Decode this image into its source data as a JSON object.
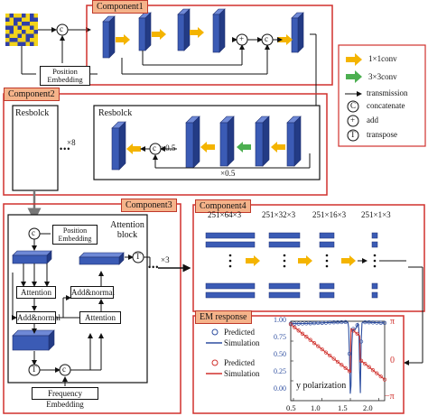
{
  "colors": {
    "frame_red": "#d0312d",
    "title_fill": "#f5b38a",
    "block_blue": "#3b5bb5",
    "block_side": "#233b85",
    "arrow_yellow": "#f4b400",
    "arrow_green": "#4caf50",
    "pred_blue": "#2f4fa0",
    "sim_red": "#d0312d"
  },
  "component1": {
    "title": "Component1",
    "position_embedding": "Position Embedding",
    "concat_symbol": "c",
    "add_symbol": "+"
  },
  "component2": {
    "title": "Component2",
    "resbolck_left": "Resbolck",
    "resbolck_inner": "Resbolck",
    "repeat": "×8",
    "scale_a": "×0.5",
    "scale_b": "×0.5",
    "concat_symbol": "c",
    "ellipsis": "•••"
  },
  "legend": {
    "items": [
      {
        "symbol": "arrow-yellow",
        "label": "1×1conv"
      },
      {
        "symbol": "arrow-green",
        "label": "3×3conv"
      },
      {
        "symbol": "arrow-line",
        "label": "transmission"
      },
      {
        "symbol": "C",
        "label": "concatenate"
      },
      {
        "symbol": "+",
        "label": "add"
      },
      {
        "symbol": "T",
        "label": "transpose"
      }
    ]
  },
  "component3": {
    "title": "Component3",
    "position_embedding": "Position Embedding",
    "attention_block": "Attention block",
    "attention_1": "Attention",
    "add_normal_1": "Add&normal",
    "add_normal_2": "Add&normal",
    "attention_2": "Attention",
    "frequency_embedding": "Frequency Embedding",
    "repeat": "×3",
    "ellipsis": "•••",
    "transpose_symbol": "T",
    "concat_symbol": "c"
  },
  "component4": {
    "title": "Component4",
    "dims": [
      "251×64×3",
      "251×32×3",
      "251×16×3",
      "251×1×3"
    ],
    "vdots": "⋮"
  },
  "em_response": {
    "title": "EM response",
    "legend_top": [
      {
        "label": "Predicted",
        "style": "circle-blue"
      },
      {
        "label": "Simulation",
        "style": "line-blue"
      }
    ],
    "legend_bottom": [
      {
        "label": "Predicted",
        "style": "circle-red"
      },
      {
        "label": "Simulation",
        "style": "line-red"
      }
    ],
    "annotation": "y polarization",
    "xticks": [
      "0.5",
      "1.0",
      "1.5",
      "2.0"
    ],
    "yticks_left": [
      "1.00",
      "0.75",
      "0.50",
      "0.25",
      "0.00"
    ],
    "yticks_right": [
      "π",
      "0",
      "−π"
    ]
  }
}
